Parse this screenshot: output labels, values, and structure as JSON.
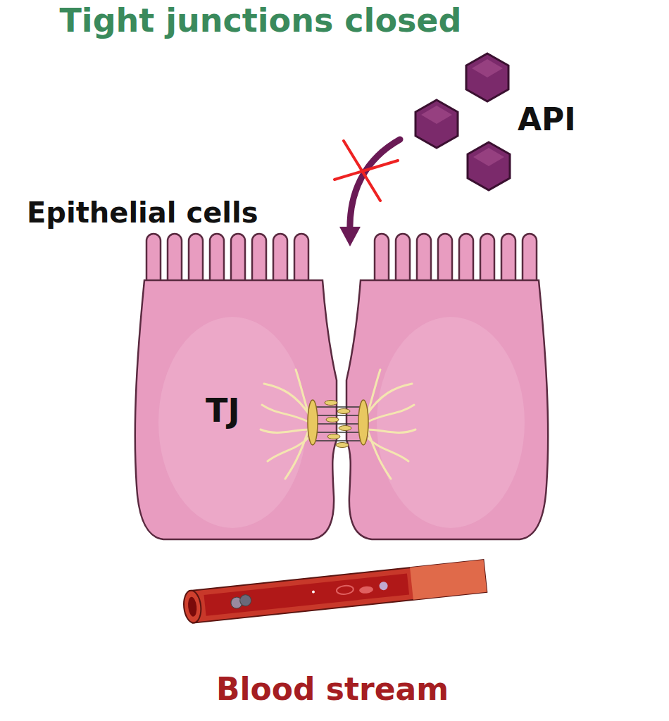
{
  "diagram": {
    "title": "Tight junctions closed",
    "labels": [
      "API",
      "Epithelial cells",
      "TJ",
      "Blood stream"
    ]
  }
}
